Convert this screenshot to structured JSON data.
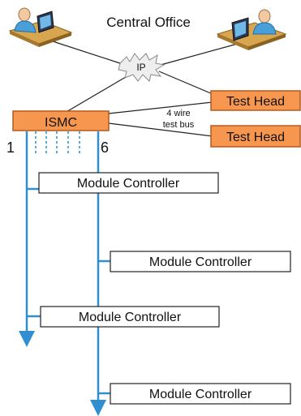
{
  "title": "Central Office",
  "cloud_label": "IP",
  "ismc_label": "ISMC",
  "test_heads": [
    "Test Head",
    "Test Head"
  ],
  "bus_label_line1": "4 wire",
  "bus_label_line2": "test bus",
  "port_first": "1",
  "port_last": "6",
  "module_controllers": [
    "Module Controller",
    "Module Controller",
    "Module Controller",
    "Module Controller"
  ],
  "colors": {
    "orange_box": "#f7964f",
    "orange_border": "#b45a1e",
    "bus_line": "#2f8fd0",
    "dashed_port": "#5aaae0",
    "cloud_fill": "#eeeeee",
    "cloud_stroke": "#888888"
  },
  "icons": [
    "workstation-icon-left",
    "workstation-icon-right",
    "cloud-icon"
  ]
}
